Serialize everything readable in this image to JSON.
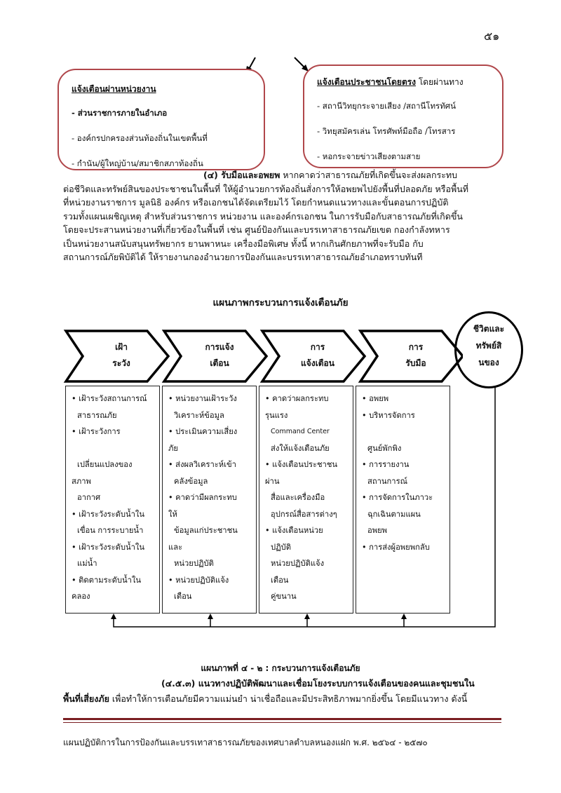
{
  "page_number": "๕๑",
  "box_left": {
    "title": "แจ้งเตือนผ่านหน่วยงาน",
    "lines": [
      "- ส่วนราชการภายในอำเภอ",
      "- องค์กรปกครองส่วนท้องถิ่นในเขตพื้นที่",
      "- กำนัน/ผู้ใหญ่บ้าน/สมาชิกสภาท้องถิ่น"
    ]
  },
  "box_right": {
    "title": "แจ้งเตือนประชาชนโดยตรง",
    "title_rest": " โดยผ่านทาง",
    "lines": [
      "- สถานีวิทยุกระจายเสียง /สถานีโทรทัศน์",
      "- วิทยุสมัครเล่น โทรศัพท์มือถือ /โทรสาร",
      "- หอกระจายข่าวเสียงตามสาย"
    ]
  },
  "paragraph1": {
    "heading": "(๔) รับมือและอพยพ",
    "lines": [
      "หากคาดว่าสาธารณภัยที่เกิดขึ้นจะส่งผลกระทบ",
      "ต่อชีวิตและทรัพย์สินของประชาชนในพื้นที่ ให้ผู้อำนวยการท้องถิ่นสั่งการให้อพยพไปยังพื้นที่ปลอดภัย หรือพื้นที่",
      "ที่หน่วยงานราชการ มูลนิธิ องค์กร หรือเอกชนได้จัดเตรียมไว้ โดยกำหนดแนวทางและขั้นตอนการปฏิบัติ",
      "รวมทั้งแผนเผชิญเหตุ สำหรับส่วนราชการ หน่วยงาน และองค์กรเอกชน ในการรับมือกับสาธารณภัยที่เกิดขึ้น",
      "โดยจะประสานหน่วยงานที่เกี่ยวข้องในพื้นที่ เช่น ศูนย์ป้องกันและบรรเทาสาธารณภัยเขต กองกำลังทหาร",
      "เป็นหน่วยงานสนับสนุนทรัพยากร ยานพาหนะ เครื่องมือพิเศษ ทั้งนี้ หากเกินศักยภาพที่จะรับมือ กับ",
      "สถานการณ์ภัยพิบัติได้ ให้รายงานกองอำนวยการป้องกันและบรรเทาสาธารณภัยอำเภอทราบทันที"
    ]
  },
  "chart_title": "แผนภาพกระบวนการแจ้งเตือนภัย",
  "steps": [
    {
      "line1": "เฝ้า",
      "line2": "ระวัง"
    },
    {
      "line1": "การแจ้ง",
      "line2": "เตือน"
    },
    {
      "line1": "การ",
      "line2": "แจ้งเตือน"
    },
    {
      "line1": "การ",
      "line2": "รับมือ"
    }
  ],
  "circle": {
    "line1": "ชีวิตและ",
    "line2": "ทรัพย์สิ",
    "line3": "นของ"
  },
  "lists": [
    [
      {
        "t": "เฝ้าระวังสถานการณ์",
        "b": true
      },
      {
        "t": "สาธารณภัย"
      },
      {
        "t": "เฝ้าระวังการ",
        "b": true
      },
      {
        "t": ""
      },
      {
        "t": "เปลี่ยนแปลงของ"
      },
      {
        "t": "สภาพ",
        "f": true
      },
      {
        "t": "อากาศ"
      },
      {
        "t": "เฝ้าระวังระดับน้ำใน",
        "b": true
      },
      {
        "t": "เขื่อน การระบายน้ำ"
      },
      {
        "t": "เฝ้าระวังระดับน้ำใน",
        "b": true
      },
      {
        "t": "แม่น้ำ"
      },
      {
        "t": "ติดตามระดับน้ำใน",
        "b": true
      },
      {
        "t": "คลอง",
        "f": true
      }
    ],
    [
      {
        "t": "หน่วยงานเฝ้าระวัง",
        "b": true
      },
      {
        "t": "วิเคราะห์ข้อมูล"
      },
      {
        "t": "ประเมินความเสี่ยง",
        "b": true
      },
      {
        "t": "ภัย",
        "f": true
      },
      {
        "t": "ส่งผลวิเคราะห์เข้า",
        "b": true
      },
      {
        "t": "คลังข้อมูล"
      },
      {
        "t": "คาดว่ามีผลกระทบ",
        "b": true
      },
      {
        "t": "ให้",
        "f": true
      },
      {
        "t": "ข้อมูลแก่ประชาชน"
      },
      {
        "t": "และ",
        "f": true
      },
      {
        "t": "หน่วยปฏิบัติ"
      },
      {
        "t": "หน่วยปฏิบัติแจ้ง",
        "b": true
      },
      {
        "t": "เตือน"
      }
    ],
    [
      {
        "t": "คาดว่าผลกระทบ",
        "b": true
      },
      {
        "t": "รุนแรง",
        "f": true
      },
      {
        "t": "Command Center",
        "s": true
      },
      {
        "t": "ส่งให้แจ้งเตือนภัย"
      },
      {
        "t": "แจ้งเตือนประชาชน",
        "b": true
      },
      {
        "t": "ผ่าน",
        "f": true
      },
      {
        "t": "สื่อและเครื่องมือ"
      },
      {
        "t": "อุปกรณ์สื่อสารต่างๆ"
      },
      {
        "t": "แจ้งเตือนหน่วย",
        "b": true
      },
      {
        "t": "ปฏิบัติ"
      },
      {
        "t": "หน่วยปฏิบัติแจ้ง"
      },
      {
        "t": "เตือน"
      },
      {
        "t": "คู่ขนาน"
      }
    ],
    [
      {
        "t": "อพยพ",
        "b": true
      },
      {
        "t": "บริหารจัดการ",
        "b": true
      },
      {
        "t": ""
      },
      {
        "t": "ศูนย์พักพิง"
      },
      {
        "t": "การรายงาน",
        "b": true
      },
      {
        "t": "สถานการณ์"
      },
      {
        "t": "การจัดการในภาวะ",
        "b": true
      },
      {
        "t": "ฉุกเฉินตามแผน"
      },
      {
        "t": "อพยพ"
      },
      {
        "t": "การส่งผู้อพยพกลับ",
        "b": true
      }
    ]
  ],
  "caption": "แผนภาพที่ ๔ - ๒ : กระบวนการแจ้งเตือนภัย",
  "paragraph2": {
    "heading1": "(๔.๕.๓) แนวทางปฏิบัติพัฒนาและเชื่อมโยงระบบการแจ้งเตือนของคนและชุมชนใน",
    "heading2": "พื้นที่เสี่ยงภัย",
    "rest": " เพื่อทำให้การเตือนภัยมีความแม่นยำ น่าเชื่อถือและมีประสิทธิภาพมากยิ่งขึ้น โดยมีแนวทาง ดังนี้"
  },
  "footer": "แผนปฏิบัติการในการป้องกันและบรรเทาสาธารณภัยของเทศบาลตำบลหนองแฝก พ.ศ. ๒๕๖๔ - ๒๕๗๐"
}
